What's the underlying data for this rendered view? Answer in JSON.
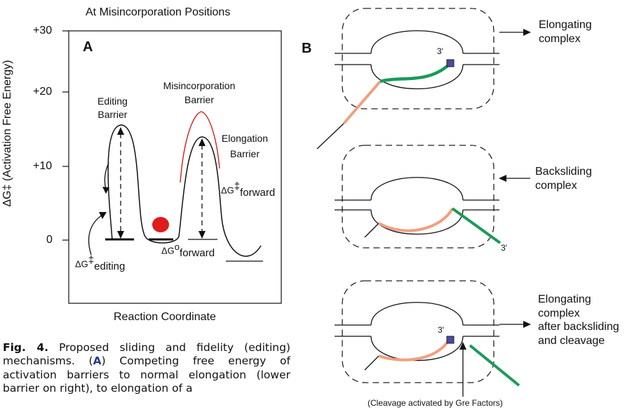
{
  "panel_a": {
    "title": "At Misincorporation Positions",
    "label": "A",
    "y_axis_label": "ΔG‡ (Activation Free Energy)",
    "x_axis_label": "Reaction Coordinate",
    "y_ticks": [
      "+30",
      "+20",
      "+10",
      "0"
    ],
    "editing_barrier": [
      "Editing",
      "Barrier"
    ],
    "misincorporation_barrier": [
      "Misincorporation",
      "Barrier"
    ],
    "elongation_barrier": [
      "Elongation",
      "Barrier"
    ],
    "dg_forward_base": "ΔG",
    "dg_forward_sup": "‡",
    "dg_forward_sub": "forward",
    "dg_editing_base": "ΔG",
    "dg_editing_sup": "‡",
    "dg_editing_sub": "editing",
    "dg0_forward_base": "ΔG",
    "dg0_forward_sup": "o",
    "dg0_forward_sub": "forward",
    "colors": {
      "misincorporation_curve": "#d42020",
      "misincorporated_base": "#e01b1b"
    }
  },
  "panel_b": {
    "label": "B",
    "three_prime": "3'",
    "complexes": [
      {
        "lines": [
          "Elongating",
          "complex"
        ]
      },
      {
        "lines": [
          "Backsliding",
          "complex"
        ]
      },
      {
        "lines": [
          "Elongating",
          "complex",
          "after backsliding",
          "and cleavage"
        ]
      }
    ],
    "cleavage_note": "(Cleavage activated by Gre Factors)",
    "colors": {
      "rna_green": "#1a9a5a",
      "rna_salmon": "#f0a080",
      "active_site": "#4a4aa0"
    }
  },
  "caption": {
    "fig_label": "Fig. 4.",
    "part1": " Proposed sliding and fidelity (editing) mechanisms. (",
    "ref_a": "A",
    "part2": ") Competing free energy of activation barriers to normal elongation (lower barrier on right), to elongation of a"
  }
}
